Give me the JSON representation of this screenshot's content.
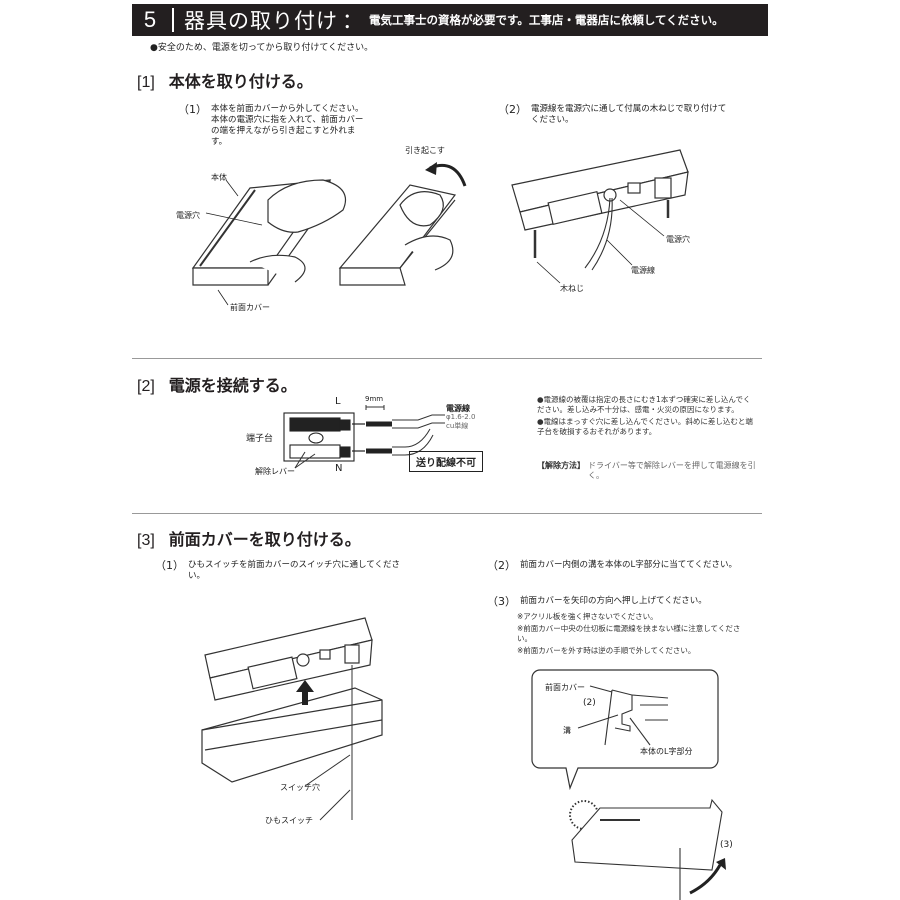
{
  "header": {
    "number": "5",
    "title": "器具の取り付け",
    "colon": "：",
    "note": "電気工事士の資格が必要です。工事店・電器店に依頼してください。"
  },
  "safety_note": "●安全のため、電源を切ってから取り付けてください。",
  "sections": [
    {
      "bracket": "[1]",
      "title": "本体を取り付ける。",
      "steps": [
        {
          "num": "（1）",
          "text": "本体を前面カバーから外してください。本体の電源穴に指を入れて、前面カバーの端を押えながら引き起こすと外れます。"
        },
        {
          "num": "（2）",
          "text": "電源線を電源穴に通して付属の木ねじで取り付けてください。"
        }
      ],
      "labels": {
        "body": "本体",
        "power_hole": "電源穴",
        "front_cover": "前面カバー",
        "lift_up": "引き起こす",
        "power_hole_2": "電源穴",
        "power_wire": "電源線",
        "wood_screw": "木ねじ"
      }
    },
    {
      "bracket": "[2]",
      "title": "電源を接続する。",
      "labels": {
        "terminal_block": "端子台",
        "release_lever": "解除レバー",
        "L": "L",
        "N": "N",
        "strip_length": "9mm",
        "wire_title": "電源線",
        "wire_spec1": "φ1.6-2.0",
        "wire_spec2": "cu単線",
        "no_feed_wiring": "送り配線不可"
      },
      "notes": [
        "●電源線の被覆は指定の長さにむき1本ずつ確実に差し込んでください。差し込み不十分は、感電・火災の原因になります。",
        "●電線はまっすぐ穴に差し込んでください。斜めに差し込むと端子台を破損するおそれがあります。"
      ],
      "release_method": {
        "label": "【解除方法】",
        "text": "ドライバー等で解除レバーを押して電源線を引く。"
      }
    },
    {
      "bracket": "[3]",
      "title": "前面カバーを取り付ける。",
      "steps": [
        {
          "num": "（1）",
          "text": "ひもスイッチを前面カバーのスイッチ穴に通してください。"
        },
        {
          "num": "（2）",
          "text": "前面カバー内側の溝を本体のL字部分に当ててください。"
        },
        {
          "num": "（3）",
          "text": "前面カバーを矢印の方向へ押し上げてください。"
        }
      ],
      "cautions": [
        "※アクリル板を強く押さないでください。",
        "※前面カバー中央の仕切板に電源線を挟まない様に注意してください。",
        "※前面カバーを外す時は逆の手順で外してください。"
      ],
      "labels": {
        "switch_hole": "スイッチ穴",
        "pull_switch": "ひもスイッチ",
        "front_cover": "前面カバー",
        "step2": "(2)",
        "groove": "溝",
        "l_part": "本体のL字部分",
        "step3": "(3)"
      }
    }
  ]
}
